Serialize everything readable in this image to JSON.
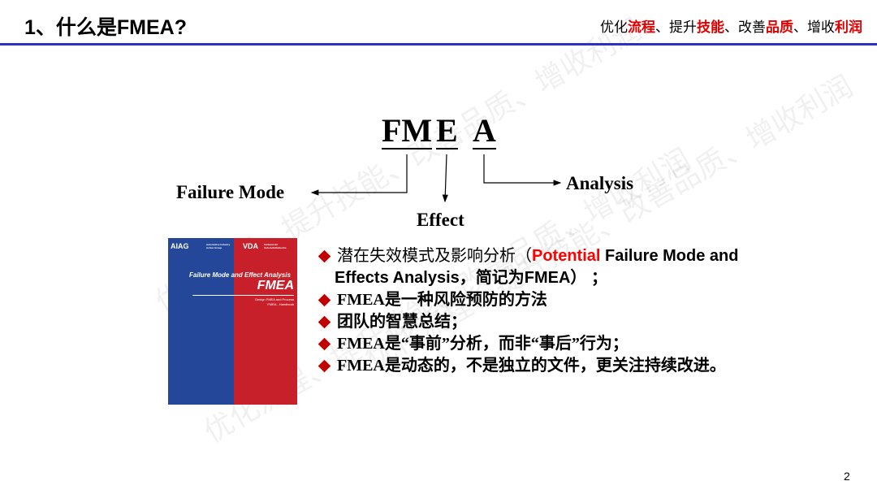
{
  "header": {
    "title": "1、什么是FMEA?",
    "slogan": [
      {
        "t": "优化",
        "red": false
      },
      {
        "t": "流程",
        "red": true
      },
      {
        "t": "、提升",
        "red": false
      },
      {
        "t": "技能",
        "red": true
      },
      {
        "t": "、改善",
        "red": false
      },
      {
        "t": "品质",
        "red": true
      },
      {
        "t": "、增收",
        "red": false
      },
      {
        "t": "利润",
        "red": true
      }
    ]
  },
  "watermark": "优化流程、提升技能、改善品质、增收利润",
  "diagram": {
    "fm": "FM",
    "e": "E",
    "a": "A",
    "failure_mode": "Failure Mode",
    "effect": "Effect",
    "analysis": "Analysis"
  },
  "book": {
    "aiag": "AIAG",
    "aiag_sub": "Automotive Industry Action Group",
    "vda": "VDA",
    "vda_sub": "Verband der Automobilindustrie",
    "title": "Failure Mode and Effect Analysis",
    "fmea": "FMEA",
    "sub1": "Design FMEA and Process",
    "sub2": "FMEA - Handbook"
  },
  "bullets": {
    "b1_cn": "潜在失效模式及影响分析（",
    "b1_red": "Potential",
    "b1_en": " Failure Mode and",
    "b1_line2": "Effects Analysis，简记为FMEA）  ；",
    "b2": "FMEA是一种风险预防的方法",
    "b3": "团队的智慧总结；",
    "b4": "FMEA是“事前”分析，而非“事后”行为；",
    "b5": "FMEA是动态的，不是独立的文件，更关注持续改进。"
  },
  "page_number": "2"
}
